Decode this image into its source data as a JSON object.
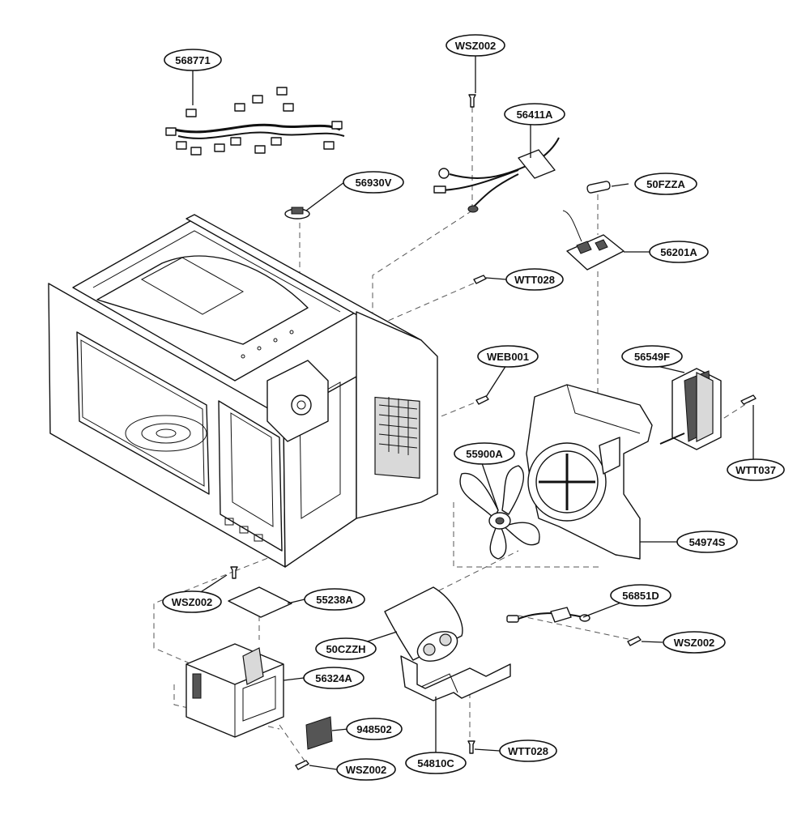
{
  "labels": [
    "568771",
    "WSZ002",
    "56411A",
    "56930V",
    "50FZZA",
    "56201A",
    "WTT028",
    "WEB001",
    "56549F",
    "55900A",
    "WTT037",
    "54974S",
    "WSZ002",
    "55238A",
    "56851D",
    "50CZZH",
    "WSZ002",
    "56324A",
    "948502",
    "54810C",
    "WTT028",
    "WSZ002"
  ]
}
